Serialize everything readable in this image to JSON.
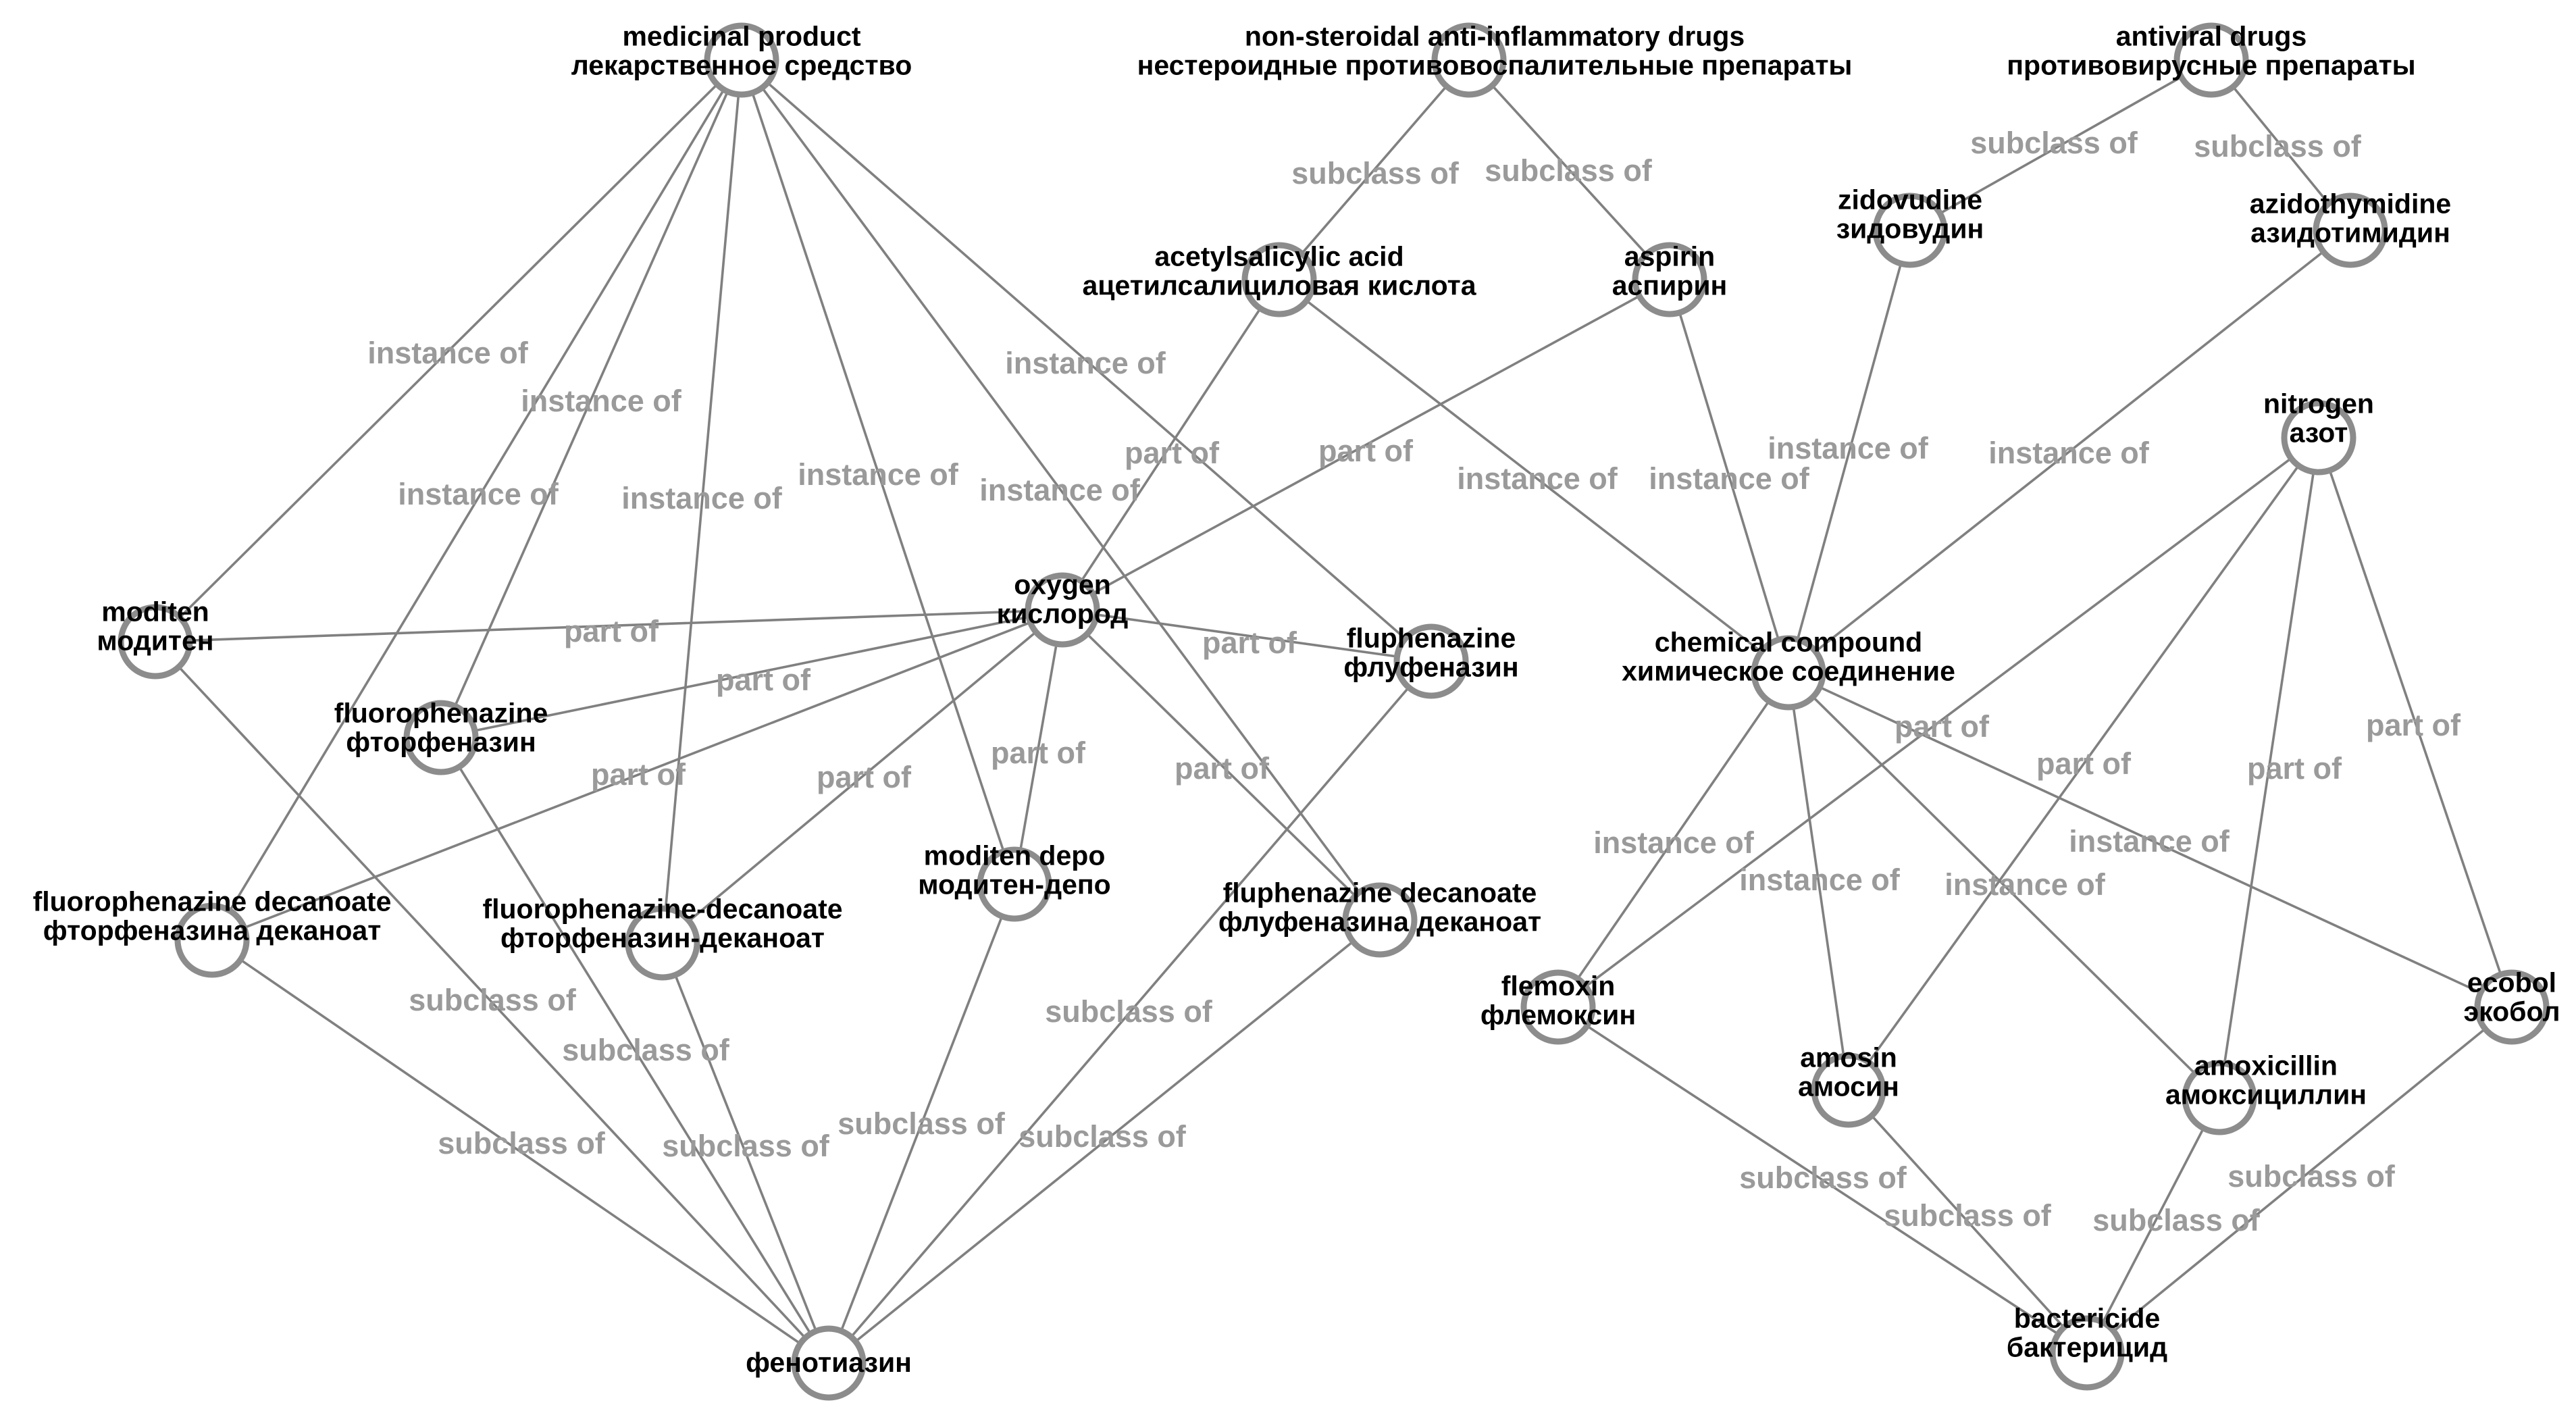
{
  "graph": {
    "nodes": [
      {
        "id": "medicinal-product",
        "lines": [
          "medicinal product",
          "лекарственное средство"
        ]
      },
      {
        "id": "nsaid",
        "lines": [
          "non-steroidal anti-inflammatory drugs",
          "нестероидные противовоспалительные препараты"
        ]
      },
      {
        "id": "antiviral",
        "lines": [
          "antiviral drugs",
          "противовирусные препараты"
        ]
      },
      {
        "id": "acetylsalicylic",
        "lines": [
          "acetylsalicylic acid",
          "ацетилсалициловая кислота"
        ]
      },
      {
        "id": "aspirin",
        "lines": [
          "aspirin",
          "аспирин"
        ]
      },
      {
        "id": "zidovudine",
        "lines": [
          "zidovudine",
          "зидовудин"
        ]
      },
      {
        "id": "azidothymidine",
        "lines": [
          "azidothymidine",
          "азидотимидин"
        ]
      },
      {
        "id": "nitrogen",
        "lines": [
          "nitrogen",
          "азот"
        ]
      },
      {
        "id": "moditen",
        "lines": [
          "moditen",
          "модитен"
        ]
      },
      {
        "id": "oxygen",
        "lines": [
          "oxygen",
          "кислород"
        ]
      },
      {
        "id": "fluphenazine",
        "lines": [
          "fluphenazine",
          "флуфеназин"
        ]
      },
      {
        "id": "chemical-compound",
        "lines": [
          "chemical compound",
          "химическое соединение"
        ]
      },
      {
        "id": "fluorophenazine",
        "lines": [
          "fluorophenazine",
          "фторфеназин"
        ]
      },
      {
        "id": "fluorophenazine-decanoate",
        "lines": [
          "fluorophenazine decanoate",
          "фторфеназина деканоат"
        ]
      },
      {
        "id": "fluorophenazine-decanoate-hyphen",
        "lines": [
          "fluorophenazine-decanoate",
          "фторфеназин-деканоат"
        ]
      },
      {
        "id": "moditen-depo",
        "lines": [
          "moditen depo",
          "модитен-депо"
        ]
      },
      {
        "id": "fluphenazine-decanoate",
        "lines": [
          "fluphenazine decanoate",
          "флуфеназина деканоат"
        ]
      },
      {
        "id": "flemoxin",
        "lines": [
          "flemoxin",
          "флемоксин"
        ]
      },
      {
        "id": "amosin",
        "lines": [
          "amosin",
          "амосин"
        ]
      },
      {
        "id": "amoxicillin",
        "lines": [
          "amoxicillin",
          "амоксициллин"
        ]
      },
      {
        "id": "ecobol",
        "lines": [
          "ecobol",
          "экобол"
        ]
      },
      {
        "id": "phenothiazine",
        "lines": [
          "фенотиазин"
        ]
      },
      {
        "id": "bactericide",
        "lines": [
          "bactericide",
          "бактерицид"
        ]
      }
    ],
    "edges": [
      {
        "source": "moditen",
        "target": "medicinal-product",
        "label": "instance of"
      },
      {
        "source": "fluorophenazine",
        "target": "medicinal-product",
        "label": "instance of"
      },
      {
        "source": "fluorophenazine-decanoate",
        "target": "medicinal-product",
        "label": "instance of"
      },
      {
        "source": "fluorophenazine-decanoate-hyphen",
        "target": "medicinal-product",
        "label": "instance of"
      },
      {
        "source": "moditen-depo",
        "target": "medicinal-product",
        "label": "instance of"
      },
      {
        "source": "fluphenazine-decanoate",
        "target": "medicinal-product",
        "label": "instance of"
      },
      {
        "source": "fluphenazine",
        "target": "medicinal-product",
        "label": "instance of"
      },
      {
        "source": "acetylsalicylic",
        "target": "nsaid",
        "label": "subclass of"
      },
      {
        "source": "aspirin",
        "target": "nsaid",
        "label": "subclass of"
      },
      {
        "source": "zidovudine",
        "target": "antiviral",
        "label": "subclass of"
      },
      {
        "source": "azidothymidine",
        "target": "antiviral",
        "label": "subclass of"
      },
      {
        "source": "oxygen",
        "target": "acetylsalicylic",
        "label": "part of"
      },
      {
        "source": "oxygen",
        "target": "aspirin",
        "label": "part of"
      },
      {
        "source": "acetylsalicylic",
        "target": "chemical-compound",
        "label": "instance of"
      },
      {
        "source": "aspirin",
        "target": "chemical-compound",
        "label": "instance of"
      },
      {
        "source": "zidovudine",
        "target": "chemical-compound",
        "label": "instance of"
      },
      {
        "source": "azidothymidine",
        "target": "chemical-compound",
        "label": "instance of"
      },
      {
        "source": "oxygen",
        "target": "moditen",
        "label": "part of"
      },
      {
        "source": "oxygen",
        "target": "fluorophenazine",
        "label": "part of"
      },
      {
        "source": "oxygen",
        "target": "fluorophenazine-decanoate",
        "label": "part of"
      },
      {
        "source": "oxygen",
        "target": "fluorophenazine-decanoate-hyphen",
        "label": "part of"
      },
      {
        "source": "oxygen",
        "target": "moditen-depo",
        "label": "part of"
      },
      {
        "source": "oxygen",
        "target": "fluphenazine",
        "label": "part of"
      },
      {
        "source": "oxygen",
        "target": "fluphenazine-decanoate",
        "label": "part of"
      },
      {
        "source": "moditen",
        "target": "phenothiazine",
        "label": "subclass of"
      },
      {
        "source": "fluorophenazine",
        "target": "phenothiazine",
        "label": "subclass of"
      },
      {
        "source": "fluorophenazine-decanoate",
        "target": "phenothiazine",
        "label": "subclass of"
      },
      {
        "source": "fluorophenazine-decanoate-hyphen",
        "target": "phenothiazine",
        "label": "subclass of"
      },
      {
        "source": "moditen-depo",
        "target": "phenothiazine",
        "label": "subclass of"
      },
      {
        "source": "fluphenazine",
        "target": "phenothiazine",
        "label": "subclass of"
      },
      {
        "source": "fluphenazine-decanoate",
        "target": "phenothiazine",
        "label": "subclass of"
      },
      {
        "source": "flemoxin",
        "target": "chemical-compound",
        "label": "instance of"
      },
      {
        "source": "amosin",
        "target": "chemical-compound",
        "label": "instance of"
      },
      {
        "source": "amoxicillin",
        "target": "chemical-compound",
        "label": "instance of"
      },
      {
        "source": "ecobol",
        "target": "chemical-compound",
        "label": "instance of"
      },
      {
        "source": "nitrogen",
        "target": "flemoxin",
        "label": "part of"
      },
      {
        "source": "nitrogen",
        "target": "amosin",
        "label": "part of"
      },
      {
        "source": "nitrogen",
        "target": "amoxicillin",
        "label": "part of"
      },
      {
        "source": "nitrogen",
        "target": "ecobol",
        "label": "part of"
      },
      {
        "source": "flemoxin",
        "target": "bactericide",
        "label": "subclass of"
      },
      {
        "source": "amosin",
        "target": "bactericide",
        "label": "subclass of"
      },
      {
        "source": "amoxicillin",
        "target": "bactericide",
        "label": "subclass of"
      },
      {
        "source": "ecobol",
        "target": "bactericide",
        "label": "subclass of"
      }
    ]
  }
}
